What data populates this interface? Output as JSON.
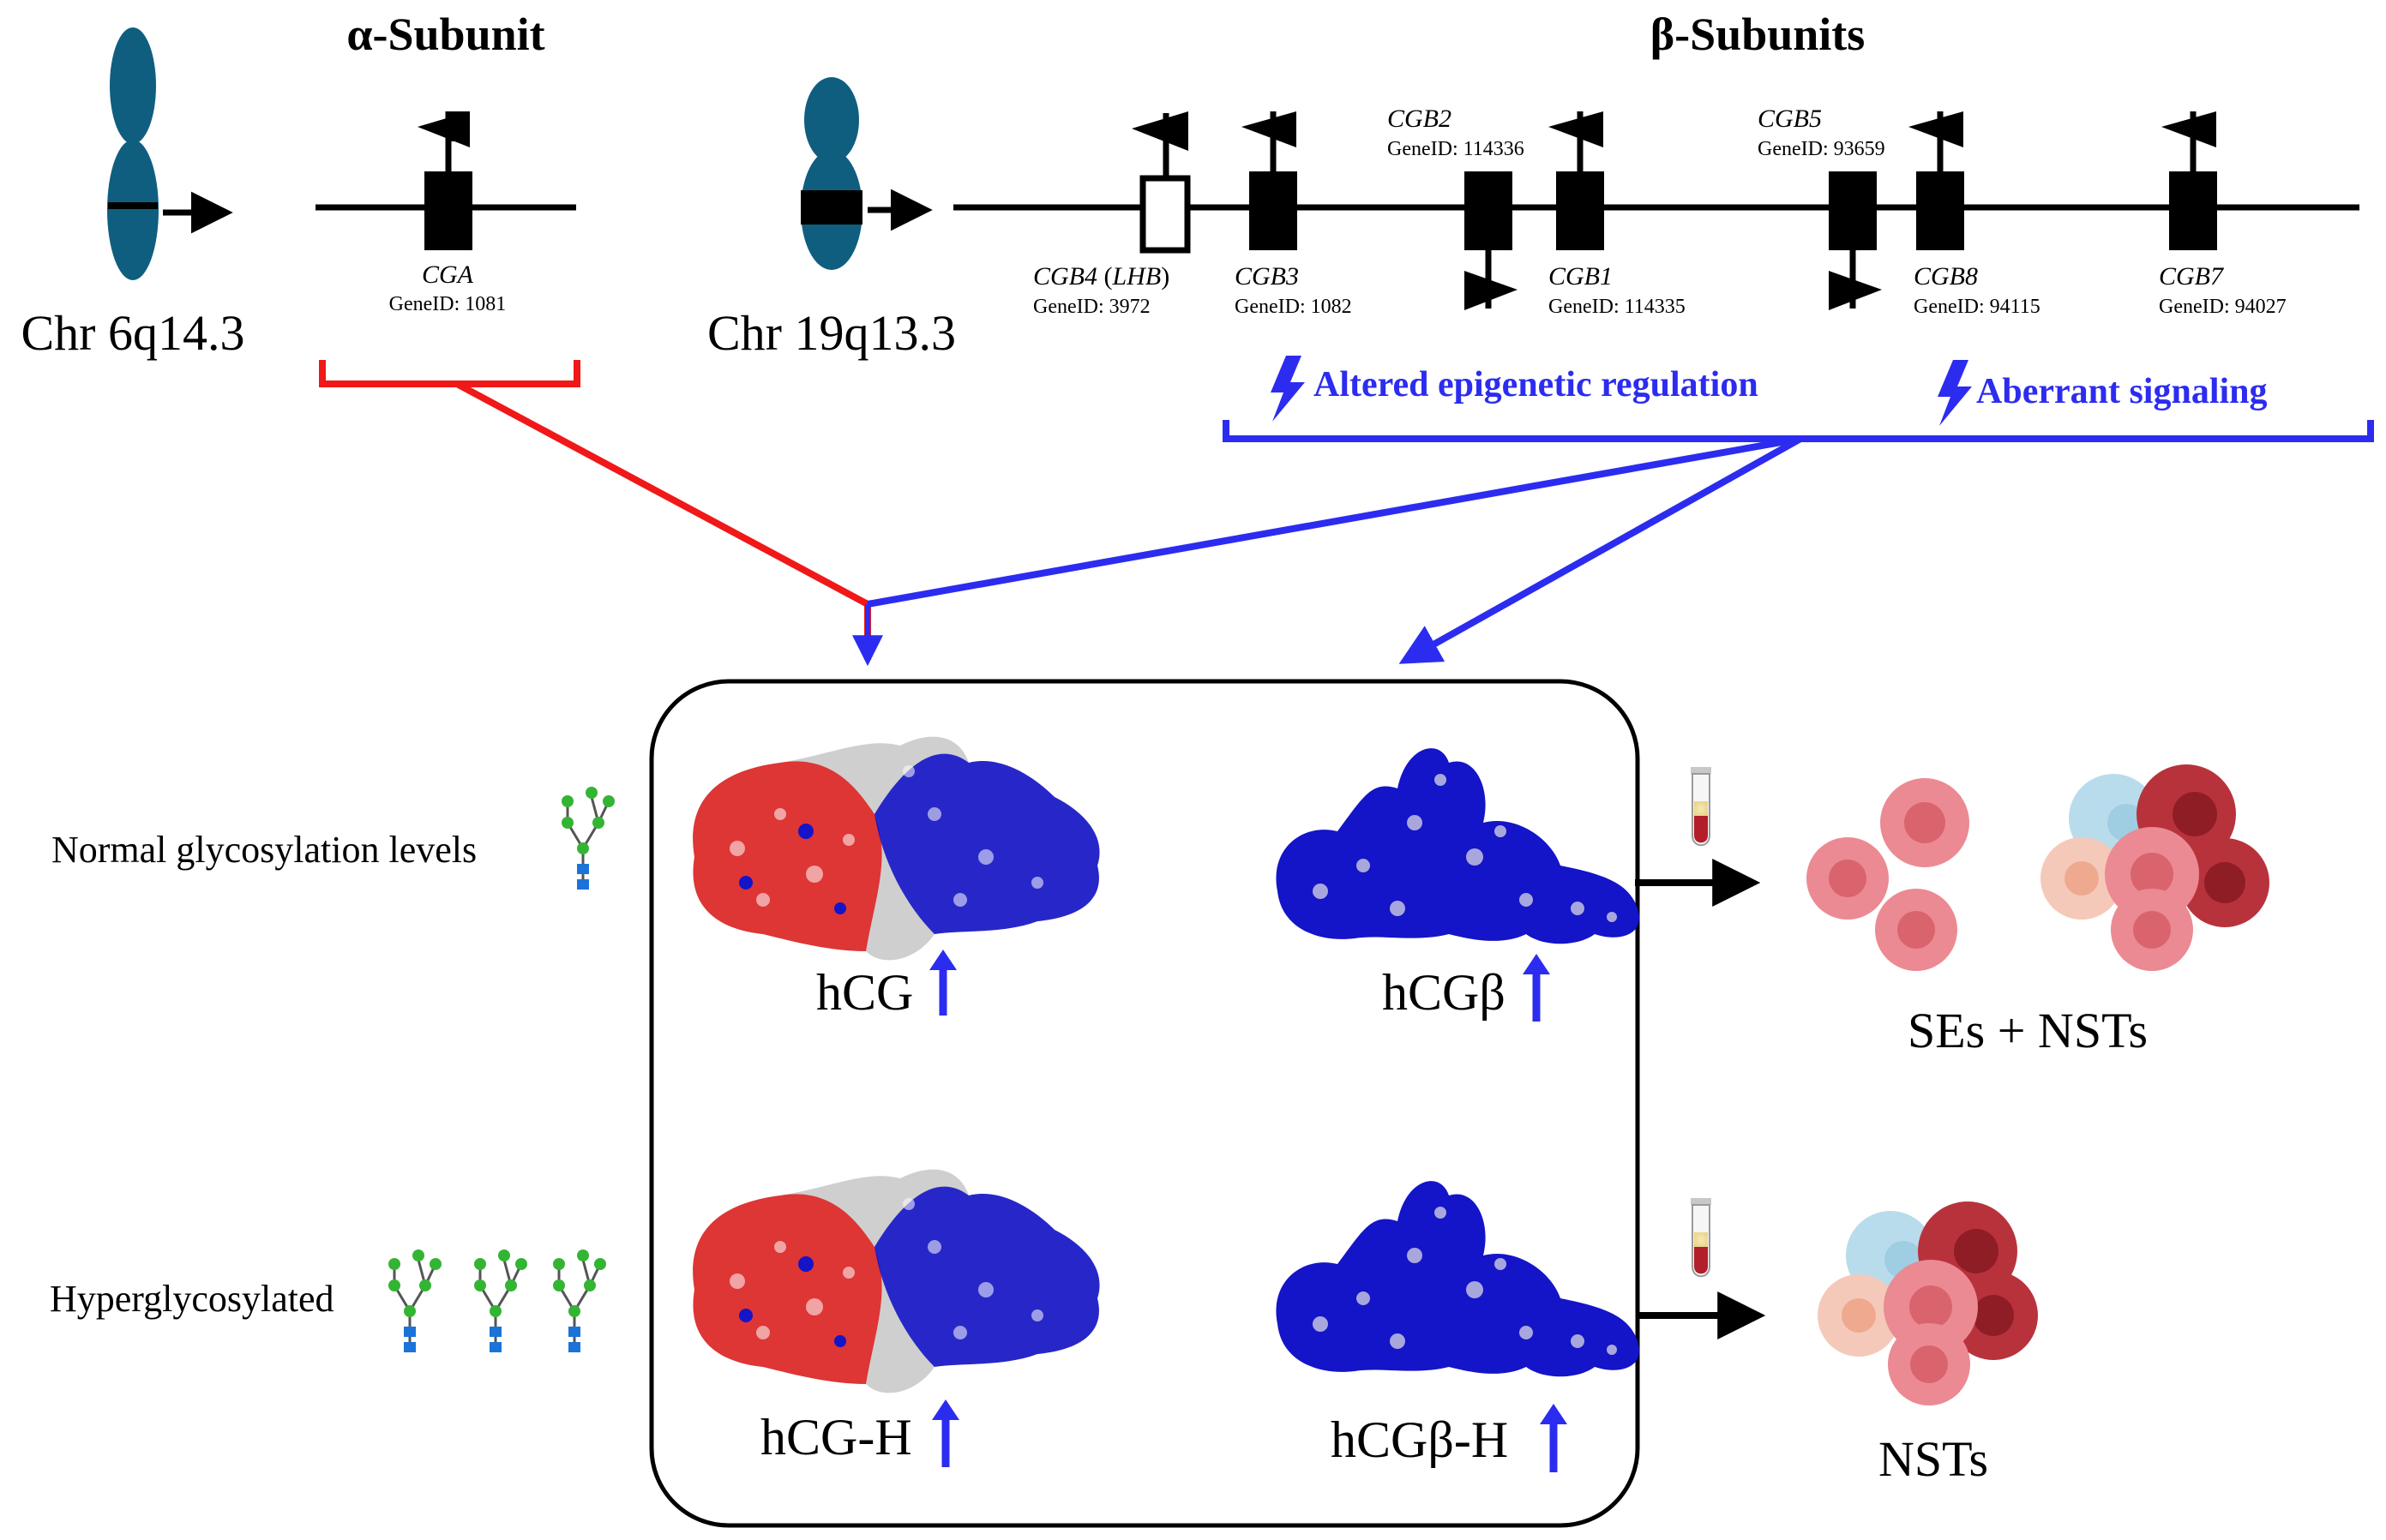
{
  "alpha": {
    "heading": "α-Subunit",
    "chromosome": "Chr 6q14.3",
    "gene": {
      "name": "CGA",
      "id": "GeneID: 1081"
    }
  },
  "beta": {
    "heading": "β-Subunits",
    "chromosome": "Chr 19q13.3",
    "genes": [
      {
        "name": "CGB4",
        "alias": "LHB",
        "id": "GeneID: 3972"
      },
      {
        "name": "CGB3",
        "id": "GeneID: 1082"
      },
      {
        "name": "CGB2",
        "id": "GeneID: 114336"
      },
      {
        "name": "CGB1",
        "id": "GeneID: 114335"
      },
      {
        "name": "CGB5",
        "id": "GeneID: 93659"
      },
      {
        "name": "CGB8",
        "id": "GeneID: 94115"
      },
      {
        "name": "CGB7",
        "id": "GeneID: 94027"
      }
    ],
    "regulation": [
      "Altered epigenetic regulation",
      "Aberrant signaling"
    ]
  },
  "rows": [
    {
      "label": "Normal glycosylation levels",
      "glycans": 1,
      "hormones": [
        "hCG",
        "hCGβ"
      ],
      "outcome": "SEs + NSTs"
    },
    {
      "label": "Hyperglycosylated",
      "glycans": 3,
      "hormones": [
        "hCG-H",
        "hCGβ-H"
      ],
      "outcome": "NSTs"
    }
  ],
  "colors": {
    "chromosome": "#0f5e80",
    "alpha_bracket": "#f01818",
    "beta_bracket": "#2c2cf0",
    "up_arrow": "#2c2cf0",
    "glycan_green": "#33b533",
    "glycan_blue": "#1a73d9",
    "protein_blue": "#1414c8",
    "protein_red": "#e01a1a",
    "cell_pink": "#eb8a92",
    "cell_dark_red": "#b8323c",
    "cell_light_blue": "#b9dcec",
    "cell_peach": "#f5c9b9"
  }
}
